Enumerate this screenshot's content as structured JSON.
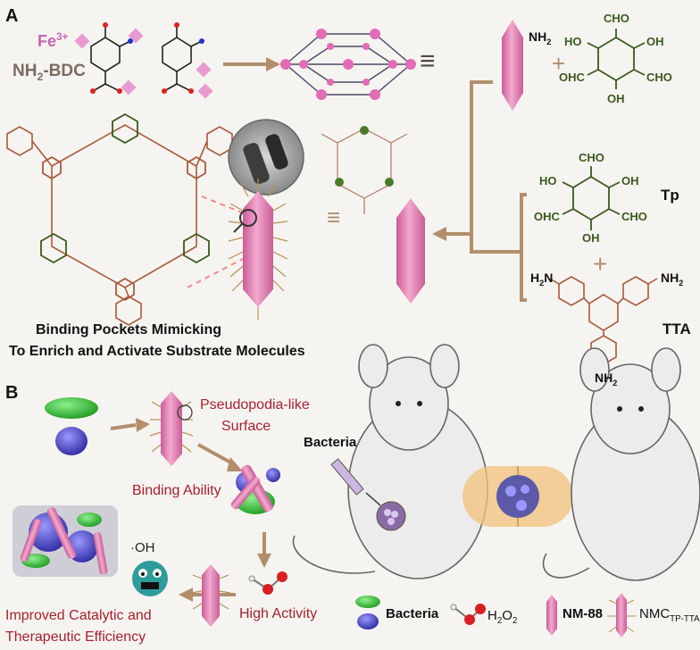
{
  "panel_a": {
    "label": "A",
    "fe_label": "Fe",
    "fe_charge": "3+",
    "linker_prefix": "NH",
    "linker_sub": "2",
    "linker_suffix": "-BDC",
    "caption_line1": "Binding Pockets Mimicking",
    "caption_line2": "To Enrich and Activate Substrate Molecules",
    "nh2_top": "NH",
    "nh2_top_sub": "2",
    "tp_label": "Tp",
    "tta_label": "TTA",
    "cho": "CHO",
    "oh": "OH",
    "och": "OHC",
    "ho": "HO",
    "h2n": "H",
    "nh2": "NH",
    "two": "2",
    "equiv": "≡",
    "plus": "+"
  },
  "panel_b": {
    "label": "B",
    "pseudopodia_1": "Pseudopodia-like",
    "pseudopodia_2": "Surface",
    "binding_ability": "Binding Ability",
    "oh_radical": "·OH",
    "high_activity": "High Activity",
    "improved_1": "Improved Catalytic and",
    "improved_2": "Therapeutic Efficiency",
    "bacteria_label": "Bacteria"
  },
  "legend": {
    "bacteria": "Bacteria",
    "h2o2_main": "H",
    "h2o2_sub1": "2",
    "h2o2_o": "O",
    "h2o2_sub2": "2",
    "nm88": "NM-88",
    "nmc_main": "NMC",
    "nmc_sub": "TP-TTA"
  },
  "colors": {
    "pink": "#e07fb0",
    "green": "#3bbf3b",
    "purple": "#4b47c9",
    "tan": "#b79a7a",
    "brown": "#a85a3a",
    "darkgreen": "#3a5a1e",
    "red_text": "#a8202e"
  }
}
